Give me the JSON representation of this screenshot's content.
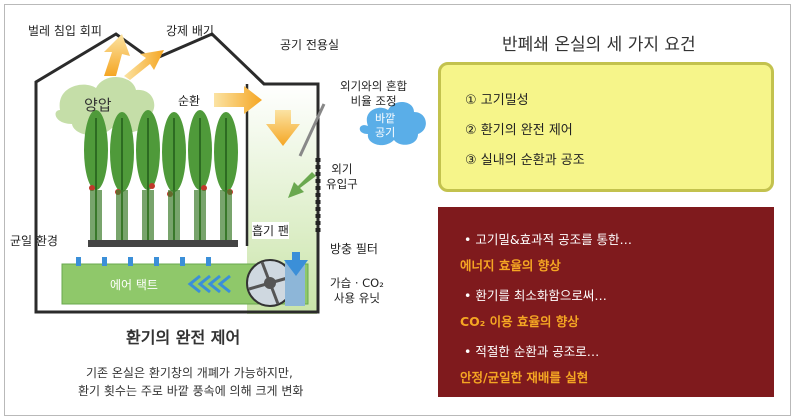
{
  "diagram": {
    "top_labels": {
      "insect_barrier": "벌레 침입 회피",
      "forced_exhaust": "강제 배기"
    },
    "positive_pressure": "양압",
    "circulation": "순환",
    "air_room": "공기 전용실",
    "mixing_ratio": "외기와의 혼합\n비율 조정",
    "outside_air": "바깥\n공기",
    "outside_inlet": "외기\n유입구",
    "insect_filter": "방충 필터",
    "uniform_env": "균일 환경",
    "intake_fan": "흡기 팬",
    "air_duct": "에어 택트",
    "humid_unit": "가습 · CO₂\n사용 유닛",
    "caption_title": "환기의 완전 제어",
    "caption_note_1": "기존 온실은 환기창의 개폐가 가능하지만,",
    "caption_note_2": "환기 횟수는 주로 바깥 풍속에 의해 크게 변화"
  },
  "right_panel": {
    "title": "반폐쇄 온실의 세 가지 요건",
    "requirements": [
      "① 고기밀성",
      "② 환기의 완전 제어",
      "③ 실내의 순환과 공조"
    ],
    "benefits": [
      {
        "lead": "• 고기밀&효과적 공조를 통한…",
        "result": "에너지 효율의 향상"
      },
      {
        "lead": "• 환기를 최소화함으로써…",
        "result": "CO₂ 이용 효율의 향상"
      },
      {
        "lead": "• 적절한 순환과 공조로…",
        "result": "안정/균일한 재배를 실현"
      }
    ]
  },
  "colors": {
    "arrow_orange": "#f5a623",
    "duct_green": "#8fc86a",
    "box_yellow": "#f6f58a",
    "box_red": "#7f1a1d",
    "accent_blue": "#3b8fd8"
  }
}
